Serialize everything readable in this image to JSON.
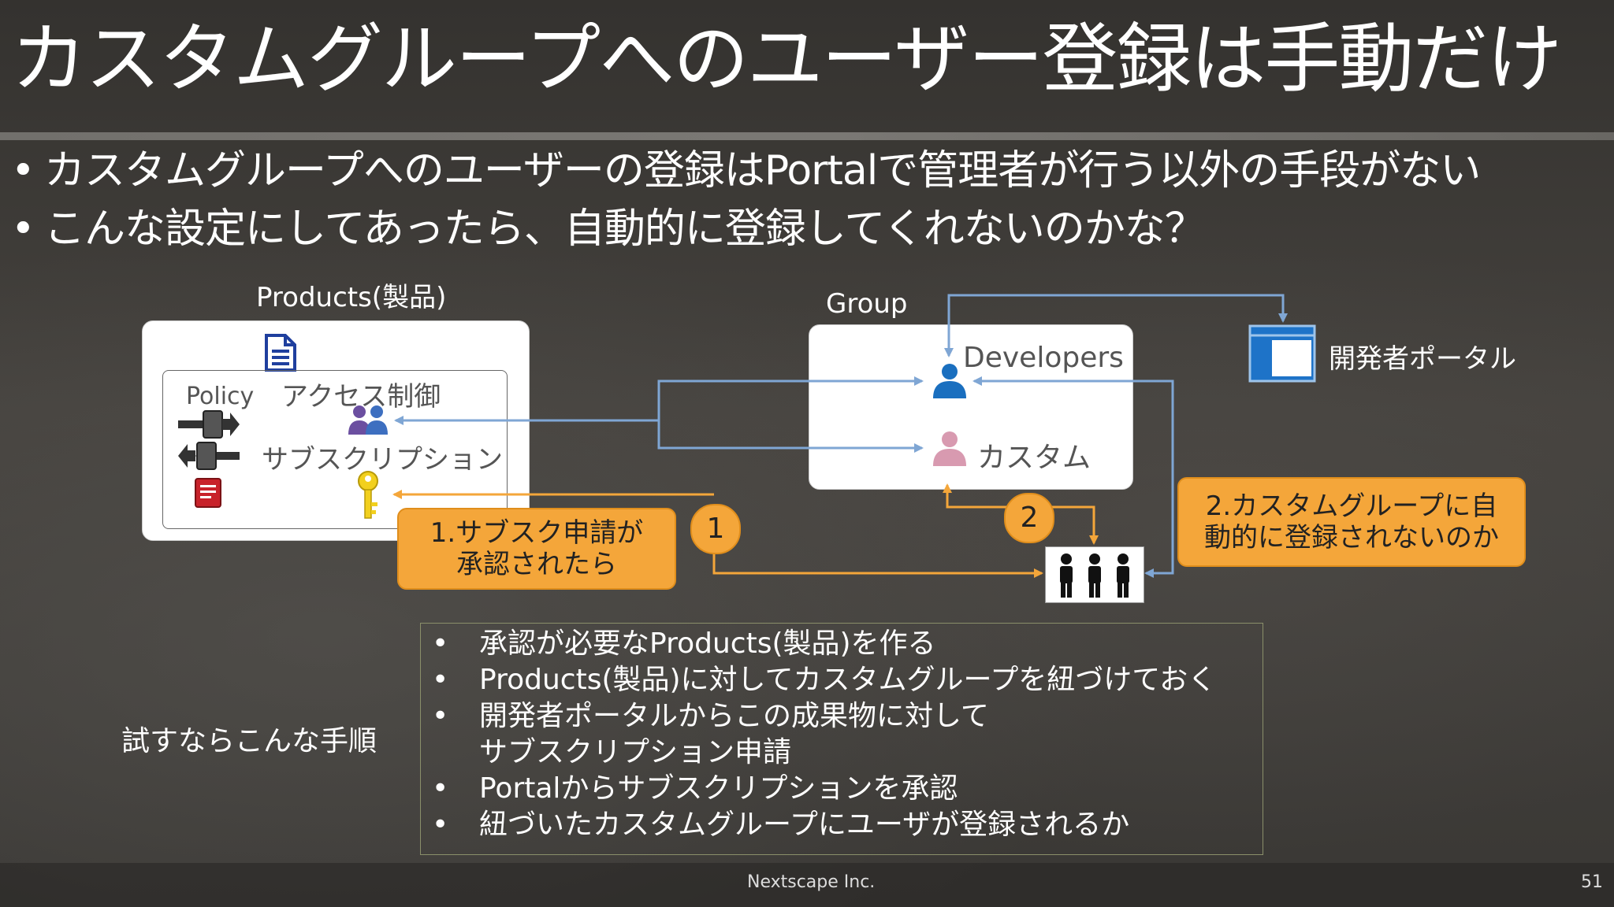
{
  "title": "カスタムグループへのユーザー登録は手動だけ",
  "bullets": [
    "カスタムグループへのユーザーの登録はPortalで管理者が行う以外の手段がない",
    "こんな設定にしてあったら、自動的に登録してくれないのかな？"
  ],
  "bullet_symbol": "•",
  "diagram": {
    "products_label": "Products(製品)",
    "policy_label": "Policy",
    "access_control_label": "アクセス制御",
    "subscription_label": "サブスクリプション",
    "group_label": "Group",
    "developers_label": "Developers",
    "custom_label": "カスタム",
    "portal_label": "開発者ポータル",
    "callout_1": [
      "1.サブスク申請が",
      "承認されたら"
    ],
    "circle_1": "1",
    "circle_2": "2",
    "callout_2": [
      "2.カスタムグループに自",
      "動的に登録されないのか"
    ]
  },
  "procedure": {
    "label": "試すならこんな手順",
    "steps": [
      "承認が必要なProducts(製品)を作る",
      "Products(製品)に対してカスタムグループを紐づけておく",
      "開発者ポータルからこの成果物に対して",
      "サブスクリプション申請",
      "Portalからサブスクリプションを承認",
      "紐づいたカスタムグループにユーザが登録されるか"
    ]
  },
  "footer": {
    "company": "Nextscape Inc.",
    "page_number": "51"
  },
  "colors": {
    "orange": "#f4a63a",
    "arrow_blue": "#7fa6d4",
    "arrow_orange": "#f4a63a",
    "user_blue": "#1a6fbf",
    "user_pink": "#d89ab0",
    "portal_blue": "#1e73c8"
  }
}
